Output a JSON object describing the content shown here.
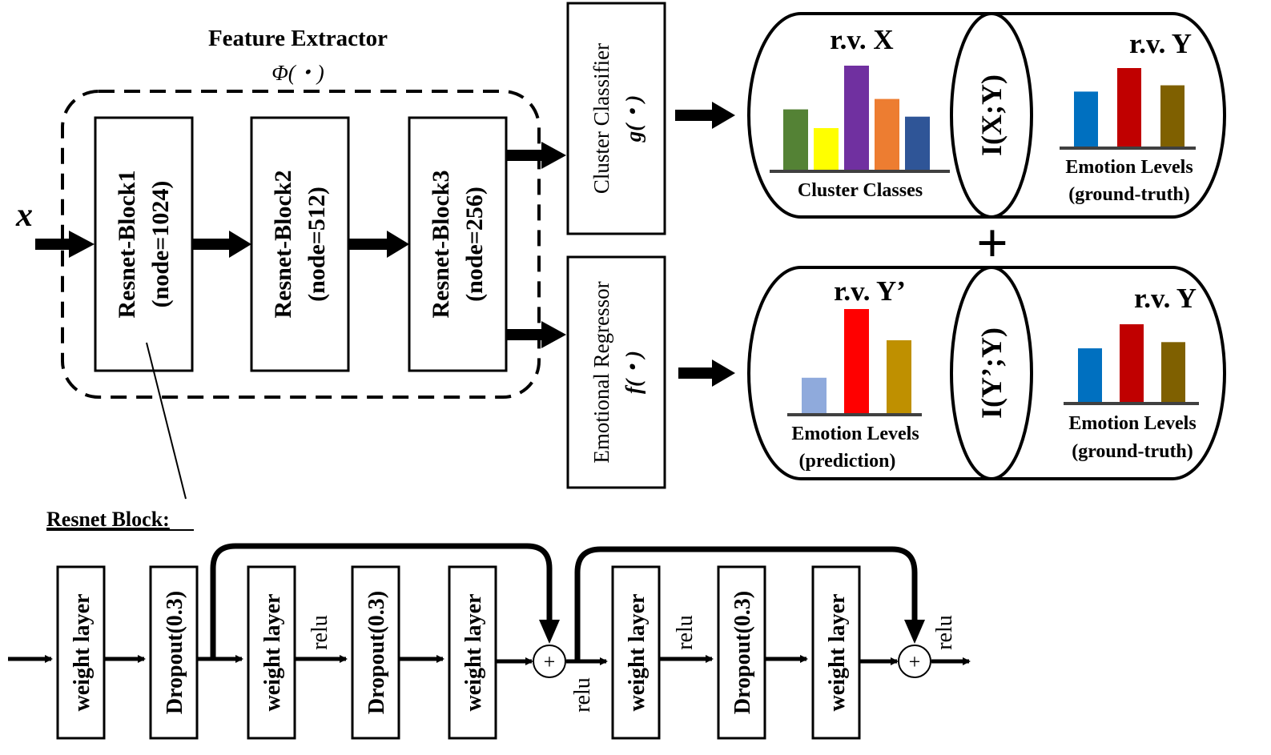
{
  "feature_extractor": {
    "title": "Feature Extractor",
    "symbol": "Φ(・)"
  },
  "input_label": "x⃗",
  "blocks": [
    {
      "name": "Resnet-Block1",
      "nodes": "(node=1024)"
    },
    {
      "name": "Resnet-Block2",
      "nodes": "(node=512)"
    },
    {
      "name": "Resnet-Block3",
      "nodes": "(node=256)"
    }
  ],
  "cluster_classifier": {
    "label": "Cluster Classifier",
    "symbol": "g(・)"
  },
  "emotional_regressor": {
    "label": "Emotional Regressor",
    "symbol": "f(・)"
  },
  "top_cylinder": {
    "left_title": "r.v. X",
    "left_caption": "Cluster Classes",
    "mi_label": "I(X;Y)",
    "right_title": "r.v. Y",
    "right_caption_1": "Emotion Levels",
    "right_caption_2": "(ground-truth)",
    "left_bars": [
      {
        "value": 0.58,
        "color": "#548235"
      },
      {
        "value": 0.4,
        "color": "#ffff00"
      },
      {
        "value": 1.0,
        "color": "#7030a0"
      },
      {
        "value": 0.68,
        "color": "#ed7d31"
      },
      {
        "value": 0.51,
        "color": "#2f5597"
      }
    ],
    "right_bars": [
      {
        "value": 0.7,
        "color": "#0070c0"
      },
      {
        "value": 1.0,
        "color": "#c00000"
      },
      {
        "value": 0.78,
        "color": "#7f6000"
      }
    ]
  },
  "plus_sign": "+",
  "bottom_cylinder": {
    "left_title": "r.v. Y’",
    "left_caption_1": "Emotion Levels",
    "left_caption_2": "(prediction)",
    "mi_label": "I(Y’;Y)",
    "right_title": "r.v. Y",
    "right_caption_1": "Emotion Levels",
    "right_caption_2": "(ground-truth)",
    "left_bars": [
      {
        "value": 0.34,
        "color": "#8faadc"
      },
      {
        "value": 1.0,
        "color": "#ff0000"
      },
      {
        "value": 0.7,
        "color": "#bf9000"
      }
    ],
    "right_bars": [
      {
        "value": 0.69,
        "color": "#0070c0"
      },
      {
        "value": 1.0,
        "color": "#c00000"
      },
      {
        "value": 0.77,
        "color": "#7f6000"
      }
    ]
  },
  "resnet_detail": {
    "heading": "Resnet Block:",
    "layers": [
      "weight layer",
      "Dropout(0.3)",
      "weight layer",
      "Dropout(0.3)",
      "weight layer",
      "weight layer",
      "Dropout(0.3)",
      "weight layer"
    ],
    "relu": "relu",
    "sum_symbol": "+"
  }
}
